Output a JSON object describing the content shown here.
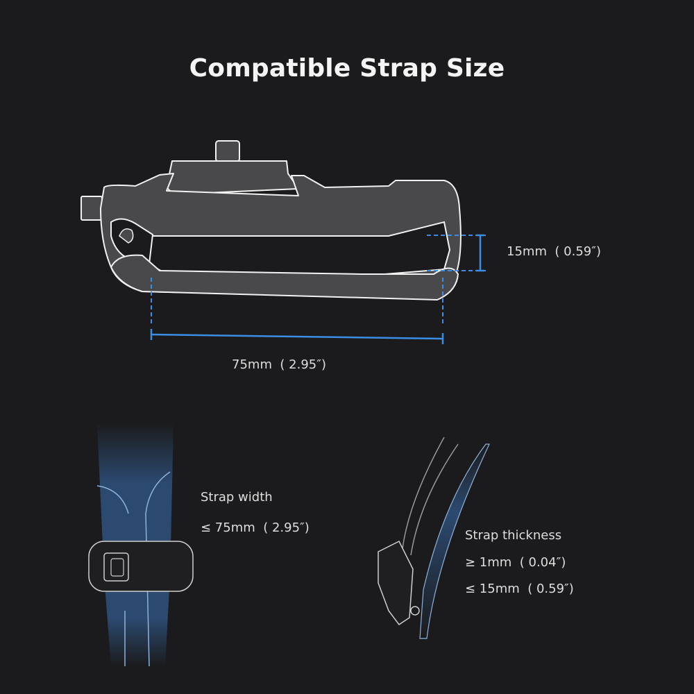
{
  "title": "Compatible Strap Size",
  "diagram": {
    "height_label": "15mm  ( 0.59″)",
    "width_label": "75mm  ( 2.95″)"
  },
  "strap_width": {
    "heading": "Strap width",
    "value": "≤ 75mm  ( 2.95″)"
  },
  "strap_thickness": {
    "heading": "Strap thickness",
    "min": "≥ 1mm  ( 0.04″)",
    "max": "≤ 15mm  ( 0.59″)"
  },
  "colors": {
    "background": "#1b1b1d",
    "dimension_blue": "#3a8ee6",
    "clip_fill": "#49494b",
    "strap_blue": "#2c4a70"
  }
}
